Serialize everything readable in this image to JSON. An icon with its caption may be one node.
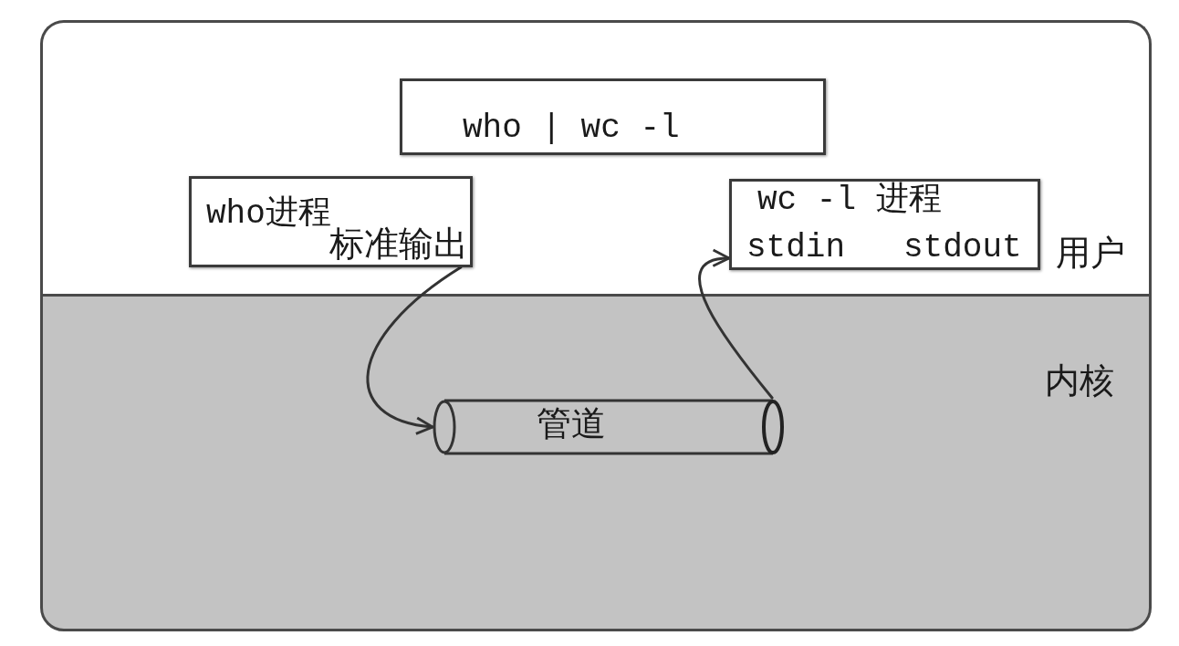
{
  "diagram": {
    "nodes": [
      {
        "text": [
          "用户"
        ]
      },
      {
        "text": [
          "内核"
        ]
      },
      {
        "text": [
          "who | wc -l"
        ],
        "in": 0
      },
      {
        "text": [
          "who进程",
          "标准输出"
        ],
        "in": 0
      },
      {
        "text": [
          "wc -l 进程",
          "stdin",
          "stdout"
        ],
        "in": 0
      },
      {
        "text": [
          "管道"
        ],
        "in": 1
      }
    ],
    "edges": [
      {
        "from": 3,
        "to": 5,
        "arrow": "to"
      },
      {
        "from": 5,
        "to": 4,
        "arrow": "to"
      }
    ]
  }
}
